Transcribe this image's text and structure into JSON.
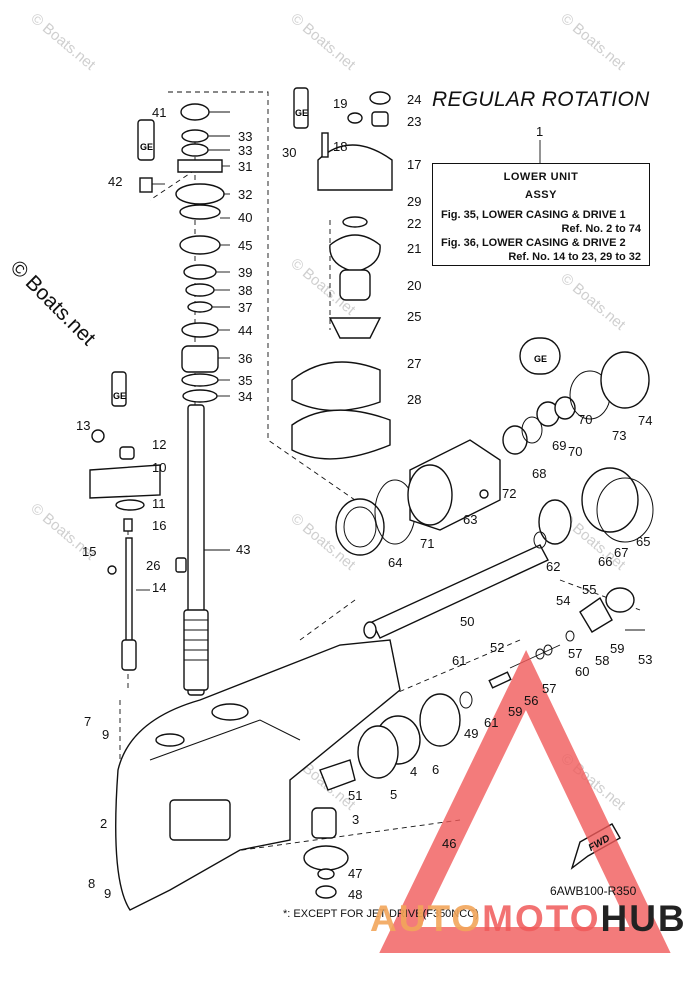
{
  "title": "REGULAR ROTATION",
  "info_box": {
    "part_no": "1",
    "title": "LOWER UNIT",
    "subtitle": "ASSY",
    "line1": "Fig. 35, LOWER CASING & DRIVE 1",
    "ref1": "Ref. No. 2 to 74",
    "line2": "Fig. 36, LOWER CASING & DRIVE 2",
    "ref2": "Ref. No. 14 to 23, 29 to 32"
  },
  "diagram_code": "6AWB100-R350",
  "footnote": "*: EXCEPT FOR JET DRIVE(F350NCC)",
  "watermark": "© Boats.net",
  "side_watermark": "© Boats.net",
  "fwd_label": "FWD",
  "logo": {
    "part1": "AUTO",
    "part2": "MOTO",
    "part3": "HUB"
  },
  "grease_symbol": "GE",
  "colors": {
    "ink": "#111111",
    "logo_triangle": "#f05a5a",
    "logo_auto": "#f2a65a",
    "watermark": "#cfcfcf"
  },
  "part_labels": [
    "41",
    "33",
    "33",
    "31",
    "42",
    "32",
    "40",
    "45",
    "39",
    "38",
    "37",
    "44",
    "36",
    "35",
    "34",
    "24",
    "19",
    "23",
    "18",
    "30",
    "17",
    "29",
    "22",
    "21",
    "20",
    "25",
    "27",
    "28",
    "13",
    "12",
    "10",
    "11",
    "16",
    "15",
    "26",
    "14",
    "43",
    "69",
    "70",
    "70",
    "73",
    "74",
    "68",
    "72",
    "63",
    "64",
    "71",
    "67",
    "65",
    "66",
    "62",
    "50",
    "55",
    "54",
    "59",
    "53",
    "58",
    "60",
    "57",
    "57",
    "56",
    "52",
    "61",
    "61",
    "59",
    "49",
    "7",
    "9",
    "51",
    "5",
    "4",
    "6",
    "3",
    "2",
    "46",
    "47",
    "48",
    "8",
    "9"
  ]
}
